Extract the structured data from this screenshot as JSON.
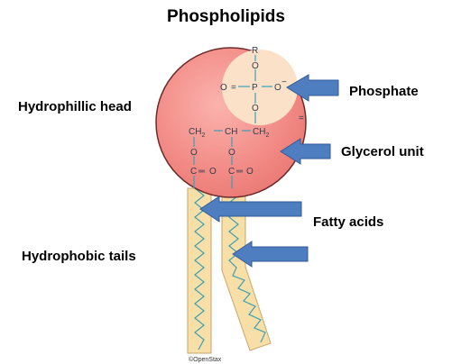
{
  "title": "Phospholipids",
  "labels": {
    "hydrophilic_head": "Hydrophillic head",
    "hydrophobic_tails": "Hydrophobic tails",
    "phosphate": "Phosphate",
    "glycerol_unit": "Glycerol unit",
    "fatty_acids": "Fatty acids"
  },
  "molecule": {
    "r": "R",
    "o_top": "O",
    "o_left": "O",
    "equals_left": "=",
    "p": "P",
    "o_right_minus": "O",
    "minus": "−",
    "o_below_p": "O",
    "ch2_left": "CH",
    "ch2_left_sub": "2",
    "ch": "CH",
    "ch2_right": "CH",
    "ch2_right_sub": "2",
    "o_ester_left": "O",
    "o_ester_right": "O",
    "c_left": "C",
    "eq_left": "═",
    "o_carbonyl_left": "O",
    "c_right": "C",
    "eq_right": "═",
    "o_carbonyl_right": "O",
    "side_equals": "="
  },
  "credit": "©OpenStax",
  "colors": {
    "head_fill": "#f28a85",
    "head_stroke": "#6d2b2b",
    "phosphate_fill": "#fbe1c8",
    "tail_fill": "#f8dfa8",
    "tail_stroke": "#c9a66a",
    "zigzag": "#3aa0b5",
    "arrow_fill": "#4f7ec0",
    "arrow_stroke": "#2f5a94"
  }
}
